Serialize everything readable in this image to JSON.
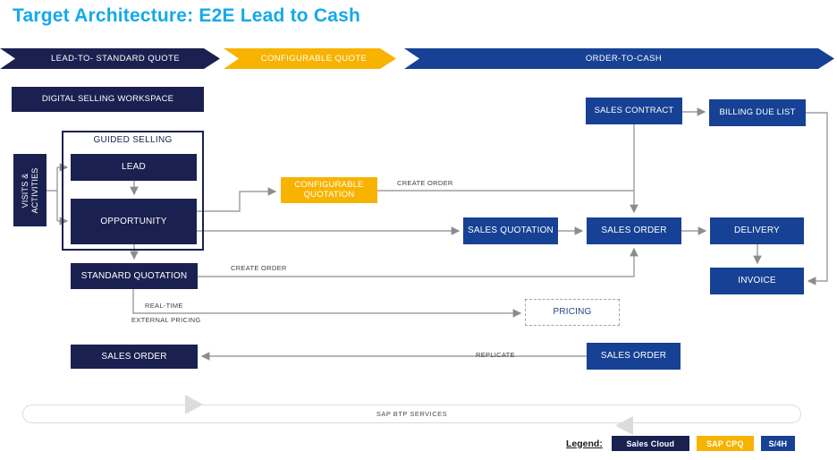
{
  "title": "Target Architecture: E2E Lead to Cash",
  "colors": {
    "title_blue": "#14A9EA",
    "sales_cloud_navy": "#1A2150",
    "s4h_blue": "#164194",
    "sap_cpq_gold": "#F8B300",
    "connector_gray": "#8C8C8C"
  },
  "phases": [
    {
      "label": "LEAD-TO- STANDARD QUOTE",
      "color": "#1A2150"
    },
    {
      "label": "CONFIGURABLE QUOTE",
      "color": "#F8B300"
    },
    {
      "label": "ORDER-TO-CASH",
      "color": "#164194"
    }
  ],
  "nodes": {
    "digital_selling_workspace": "DIGITAL SELLING WORKSPACE",
    "visits_activities": "VISITS & ACTIVITIES",
    "guided_selling": "GUIDED SELLING",
    "lead": "LEAD",
    "opportunity": "OPPORTUNITY",
    "standard_quotation": "STANDARD QUOTATION",
    "configurable_quotation": "CONFIGURABLE QUOTATION",
    "sales_contract": "SALES CONTRACT",
    "billing_due_list": "BILLING DUE LIST",
    "sales_quotation": "SALES QUOTATION",
    "sales_order_center": "SALES ORDER",
    "delivery": "DELIVERY",
    "invoice": "INVOICE",
    "pricing": "PRICING",
    "sales_order_bottom_left": "SALES ORDER",
    "sales_order_bottom_right": "SALES ORDER"
  },
  "edge_labels": {
    "create_order_configurable": "CREATE ORDER",
    "create_order_standard": "CREATE ORDER",
    "real_time": "REAL-TIME",
    "external_pricing": "EXTERNAL PRICING",
    "replicate": "REPLICATE"
  },
  "footer": {
    "btp_bar": "SAP BTP SERVICES"
  },
  "legend": {
    "label": "Legend:",
    "items": [
      {
        "label": "Sales Cloud",
        "color": "#1A2150"
      },
      {
        "label": "SAP CPQ",
        "color": "#F8B300"
      },
      {
        "label": "S/4H",
        "color": "#164194"
      }
    ]
  }
}
